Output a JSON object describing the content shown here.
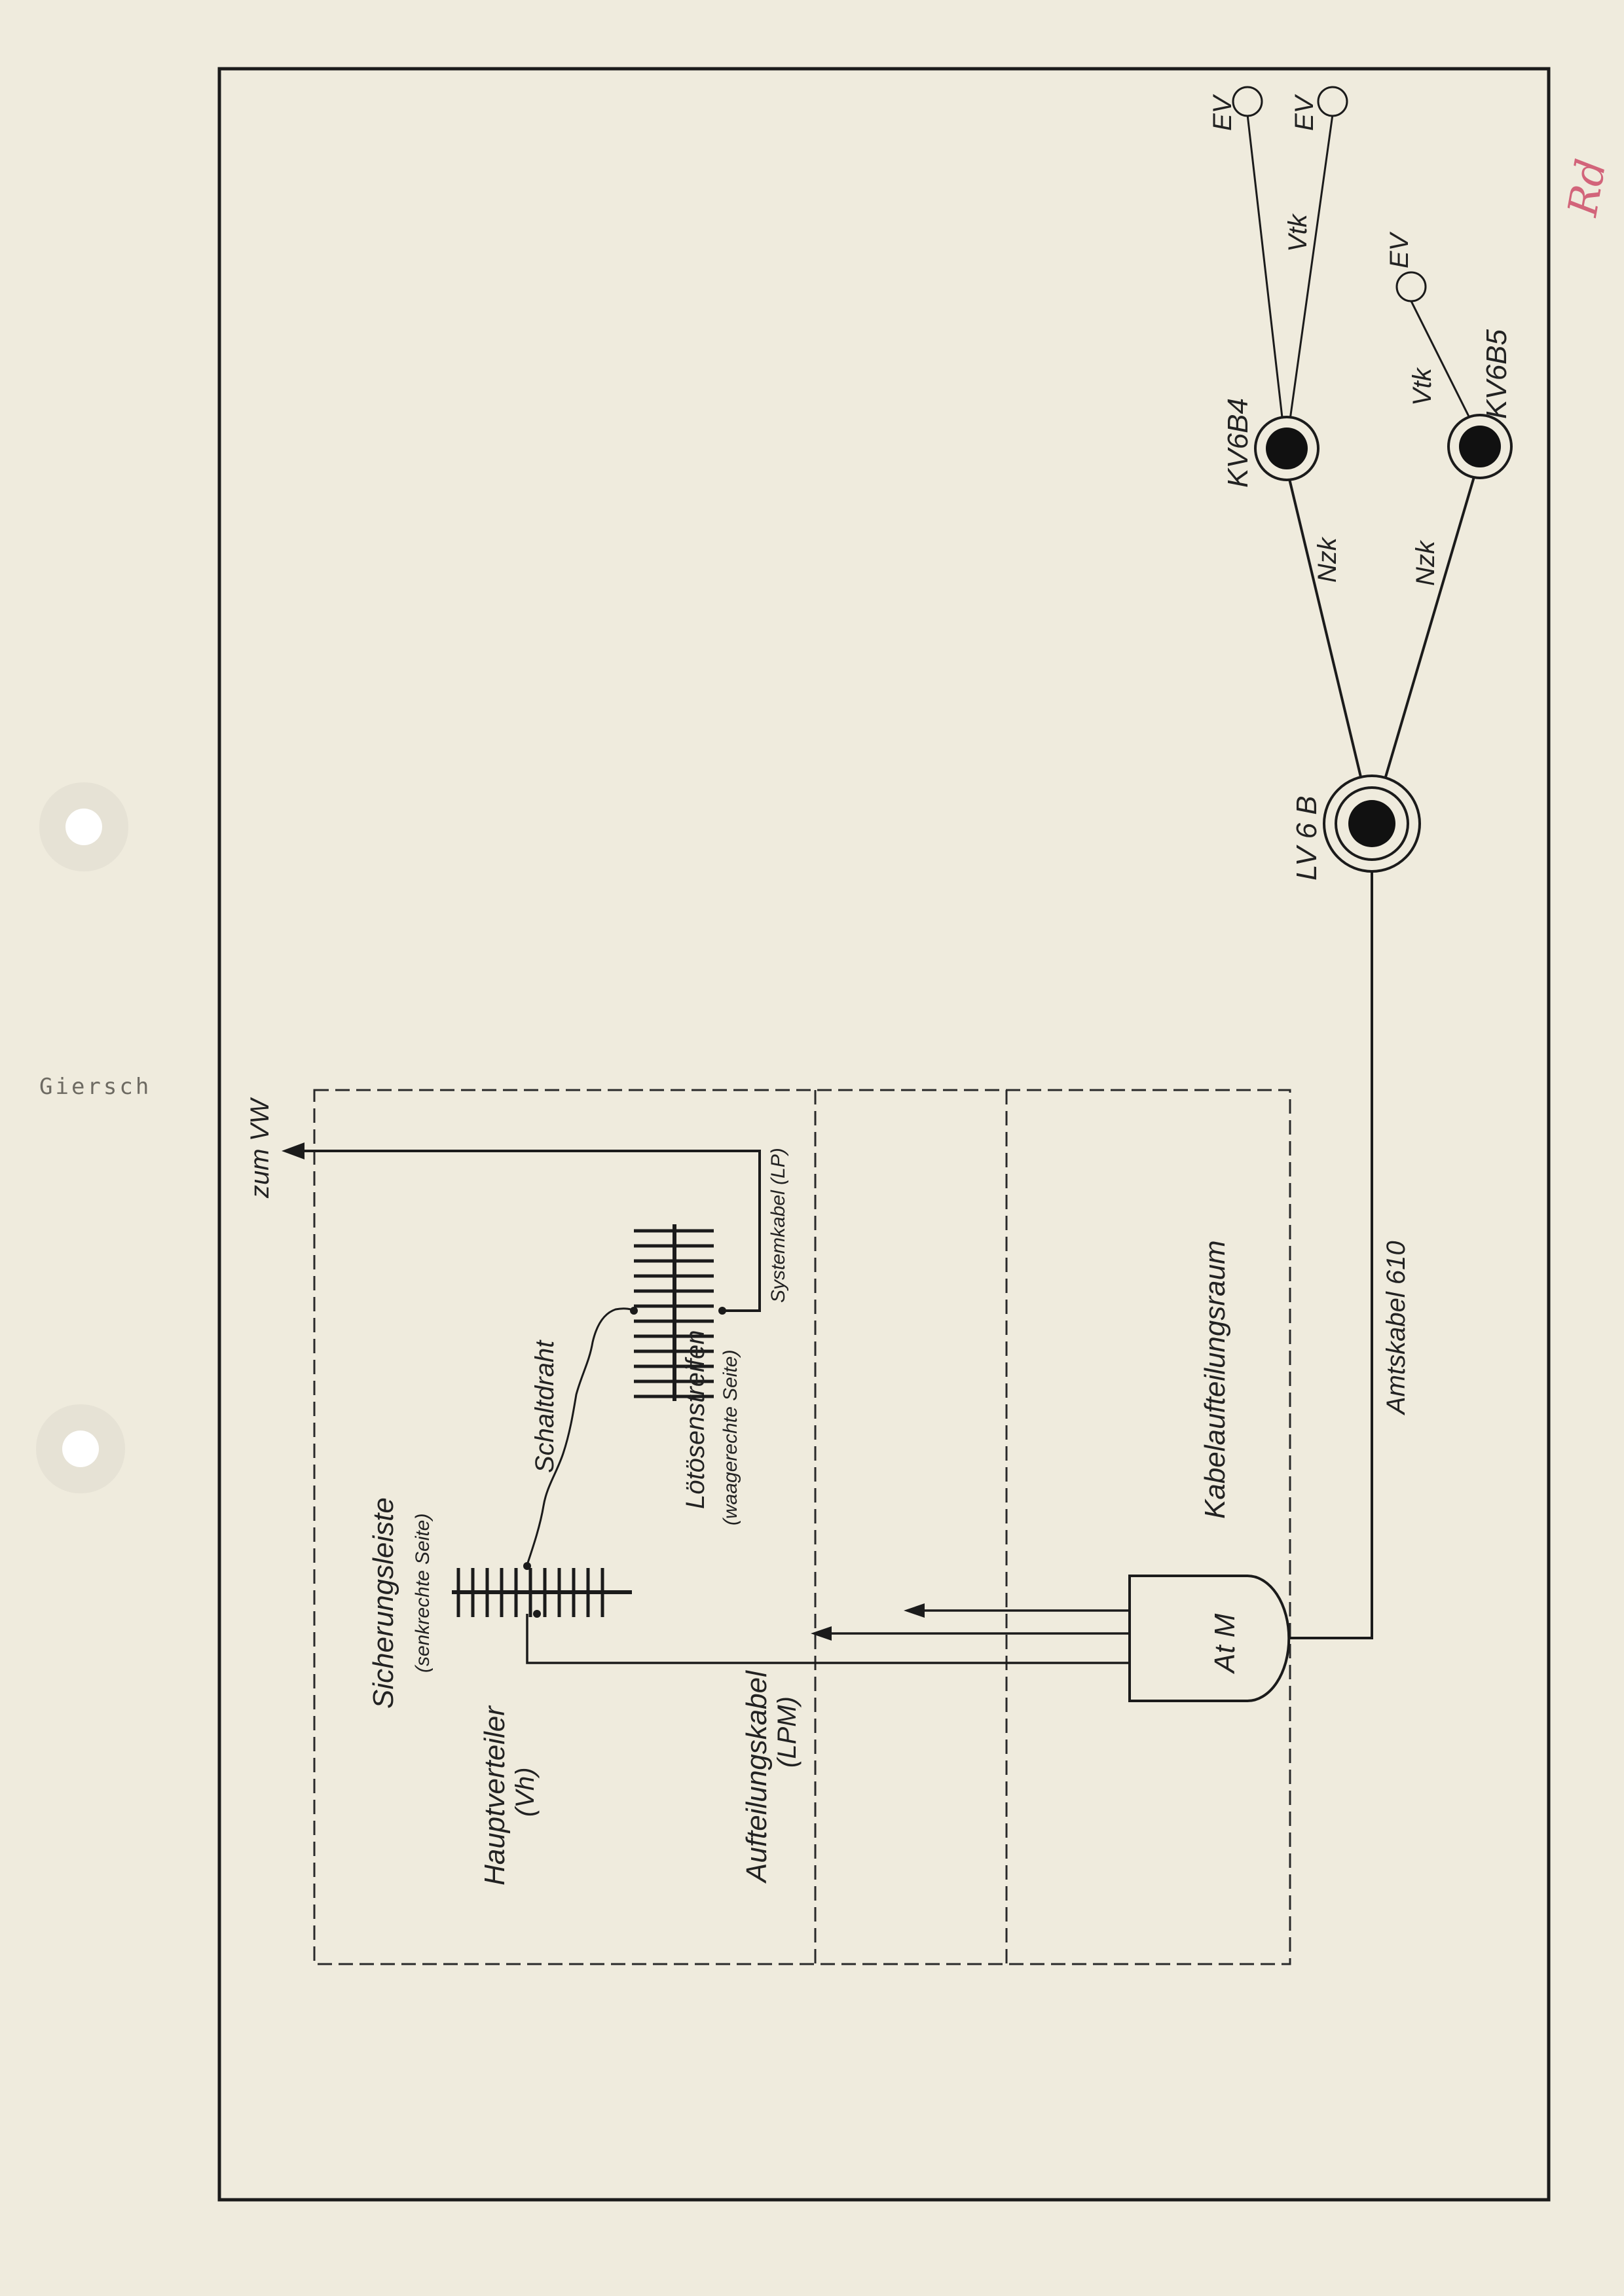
{
  "page": {
    "typed_name": "Giersch",
    "margin_mark": "Rd"
  },
  "diagram": {
    "subscriber_points": [
      "EV",
      "EV",
      "EV"
    ],
    "distribution_points": {
      "kv_upper": "KV6B4",
      "kv_lower": "KV6B5",
      "lv": "LV 6 B"
    },
    "cable_labels": {
      "vtk_upper": "Vtk",
      "vtk_lower": "Vtk",
      "nzk_upper": "Nzk",
      "nzk_lower": "Nzk",
      "amtskabel": "Amtskabel 610",
      "zum_vw": "zum VW",
      "systemkabel": "Systemkabel (LP)",
      "schaltdraht": "Schaltdraht"
    },
    "rooms": {
      "kabelaufteilungsraum": "Kabelaufteilungsraum",
      "aufteilungskabel_1": "Aufteilungskabel",
      "aufteilungskabel_2": "(LPM)",
      "hauptverteiler_1": "Hauptverteiler",
      "hauptverteiler_2": "(Vh)",
      "sicherungsleiste_1": "Sicherungsleiste",
      "sicherungsleiste_2": "(senkrechte Seite)",
      "loetoesen_1": "Lötösenstreifen",
      "loetoesen_2": "(waagerechte Seite)"
    },
    "atm_label": "At M"
  }
}
